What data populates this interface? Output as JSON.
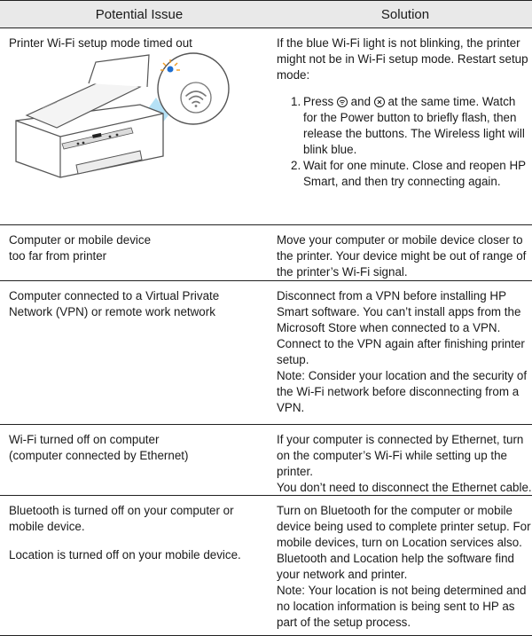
{
  "header": {
    "issue": "Potential Issue",
    "solution": "Solution"
  },
  "rows": [
    {
      "issue": "Printer Wi-Fi setup mode timed out",
      "solution_intro": "If the blue Wi-Fi light is not blinking, the printer might not be in Wi-Fi setup mode. Restart setup mode:",
      "steps": [
        {
          "num": "1.",
          "text_a": "Press ",
          "text_b": " and ",
          "text_c": " at the same time. Watch for the Power button to briefly flash, then release the buttons. The Wireless light will blink blue.",
          "icons": [
            "wireless-icon",
            "cancel-icon"
          ]
        },
        {
          "num": "2.",
          "text": "Wait for one minute. Close and reopen HP Smart, and then try connecting again."
        }
      ]
    },
    {
      "issue_lines": [
        "Computer or mobile device",
        "too far from printer"
      ],
      "solution": "Move your computer or mobile device closer to the printer. Your device might be out of range of the printer’s Wi-Fi signal."
    },
    {
      "issue_lines": [
        "Computer connected to a Virtual Private",
        "Network (VPN) or remote work network"
      ],
      "solution": "Disconnect from a VPN before installing HP Smart software. You can’t install apps from the Microsoft Store when connected to a VPN. Connect to the VPN again after finishing printer setup.",
      "note": "Note: Consider your location and the security of the Wi-Fi network before disconnecting from a VPN."
    },
    {
      "issue_lines": [
        "Wi-Fi turned off on computer",
        "(computer connected by Ethernet)"
      ],
      "solution": "If your computer is connected by Ethernet, turn on the computer’s Wi-Fi while setting up the printer.",
      "solution_2": "You don’t need to disconnect the Ethernet cable."
    },
    {
      "issue_lines": [
        "Bluetooth is turned off on your computer or",
        "mobile device."
      ],
      "issue_2": "Location is turned off on your mobile device.",
      "solution": "Turn on Bluetooth for the computer or mobile device being used to complete printer setup. For mobile devices, turn on Location services also. Bluetooth and Location help the software find your network and printer.",
      "note": "Note: Your location is not being determined and no location information is being sent to HP as part of the setup process."
    }
  ],
  "colors": {
    "header_bg": "#e9e9e9",
    "accent_blue": "#a8dcf5",
    "light_orange": "#f29a1e",
    "light_blue_icon": "#1f6fd1"
  }
}
